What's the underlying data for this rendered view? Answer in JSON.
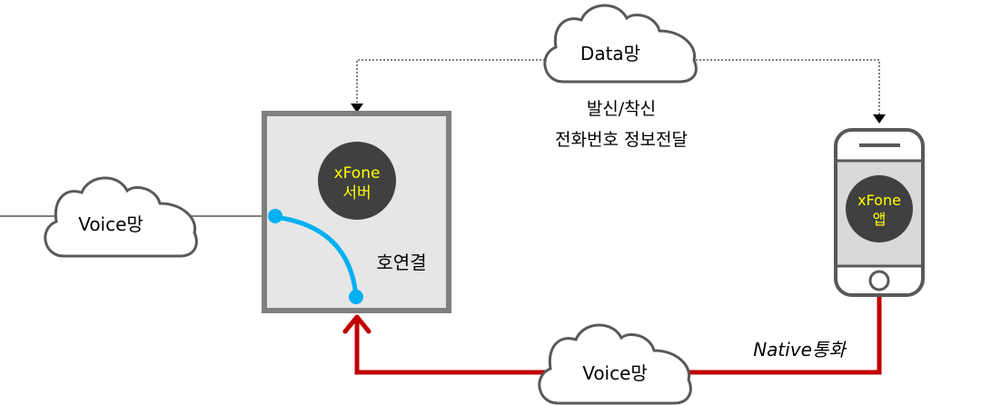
{
  "diagram": {
    "clouds": {
      "data_network": "Data망",
      "voice_network_left": "Voice망",
      "voice_network_bottom": "Voice망"
    },
    "server": {
      "line1": "xFone",
      "line2": "서버",
      "connection_label": "호연결"
    },
    "phone_app": {
      "line1": "xFone",
      "line2": "앱"
    },
    "info_transfer": {
      "line1": "발신/착신",
      "line2": "전화번호 정보전달"
    },
    "native_call_label": "Native통화",
    "colors": {
      "server_box_fill": "#e6e6e6",
      "server_box_border": "#7f7f7f",
      "circle_fill": "#404040",
      "circle_text": "#ffff00",
      "connection_line": "#00b0f0",
      "native_call_line": "#c00000",
      "cloud_stroke": "#595959",
      "phone_screen": "#d9d9d9"
    }
  }
}
